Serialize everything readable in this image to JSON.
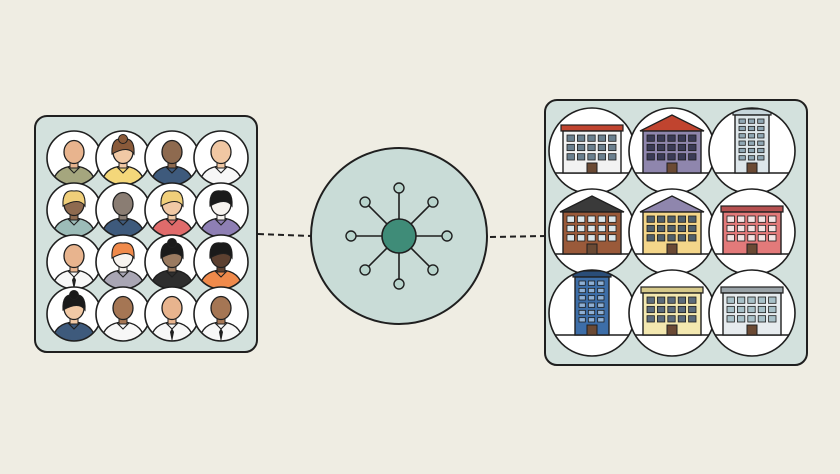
{
  "colors": {
    "background": "#efede3",
    "panel_fill": "#d3e1dd",
    "panel_stroke": "#1f1f1f",
    "hub_fill": "#c9dcd7",
    "hub_center": "#3f8c78",
    "hub_node": "#b8d4cc",
    "ink": "#1f1f1f"
  },
  "people": {
    "columns": 4,
    "rows": 4,
    "avatars": [
      {
        "icon": "person-bald-green-shirt-icon",
        "skin": "#e8b48e",
        "hair": "none",
        "shirt": "#a5a67e"
      },
      {
        "icon": "person-bun-yellow-top-icon",
        "skin": "#f1c9a5",
        "hair": "#8a5a3a",
        "shirt": "#f4d77a"
      },
      {
        "icon": "person-dark-skin-navy-shirt-icon",
        "skin": "#8e6a4f",
        "hair": "none",
        "shirt": "#3e5a7c"
      },
      {
        "icon": "person-light-white-shirt-icon",
        "skin": "#f0c7a3",
        "hair": "none",
        "shirt": "#f7f7f7"
      },
      {
        "icon": "person-blonde-teal-top-icon",
        "skin": "#8e6a4f",
        "hair": "#f0cf7a",
        "shirt": "#9cbcb8"
      },
      {
        "icon": "person-gray-navy-shirt-icon",
        "skin": "#8a7d73",
        "hair": "none",
        "shirt": "#3e5a7c"
      },
      {
        "icon": "person-blonde-red-top-icon",
        "skin": "#f1c9a5",
        "hair": "#f0cf7a",
        "shirt": "#e06b6b"
      },
      {
        "icon": "person-black-hair-purple-top-icon",
        "skin": "#f7f3ef",
        "hair": "#1a1a1a",
        "shirt": "#8e7fb4"
      },
      {
        "icon": "person-bald-white-shirt-tie-icon",
        "skin": "#e8b48e",
        "hair": "none",
        "shirt": "#f7f7f7"
      },
      {
        "icon": "person-redhead-gray-top-icon",
        "skin": "#f7f3ef",
        "hair": "#f08a4b",
        "shirt": "#a9a6b4"
      },
      {
        "icon": "person-bun-black-vest-icon",
        "skin": "#9a7a60",
        "hair": "#1a1a1a",
        "shirt": "#2e2e2e"
      },
      {
        "icon": "person-black-hair-orange-top-icon",
        "skin": "#5c4030",
        "hair": "#1a1a1a",
        "shirt": "#f08a4b"
      },
      {
        "icon": "person-bun-blue-blazer-icon",
        "skin": "#f1c9a5",
        "hair": "#1a1a1a",
        "shirt": "#3e5a7c"
      },
      {
        "icon": "person-brown-white-shirt-icon",
        "skin": "#a57654",
        "hair": "none",
        "shirt": "#f7f7f7"
      },
      {
        "icon": "person-light-white-shirt-tie-icon",
        "skin": "#e8b48e",
        "hair": "none",
        "shirt": "#f7f7f7"
      },
      {
        "icon": "person-brown-white-shirt-bowtie-icon",
        "skin": "#a57654",
        "hair": "none",
        "shirt": "#f7f7f7"
      }
    ]
  },
  "hub": {
    "icon": "network-hub-icon",
    "spokes": 8
  },
  "buildings": {
    "columns": 3,
    "rows": 3,
    "items": [
      {
        "icon": "building-classic-hotel-icon",
        "wall": "#f2f2f2",
        "roof": "#c0442f",
        "window": "#6a7f8e"
      },
      {
        "icon": "building-victorian-house-icon",
        "wall": "#8f86ad",
        "roof": "#c0442f",
        "window": "#3a3a55"
      },
      {
        "icon": "building-glass-office-icon",
        "wall": "#dde6ea",
        "roof": "#c7d6dc",
        "window": "#8fa7b4"
      },
      {
        "icon": "building-modern-house-icon",
        "wall": "#9a5a3a",
        "roof": "#3a3a3a",
        "window": "#dbe6ea"
      },
      {
        "icon": "building-yellow-house-icon",
        "wall": "#f4d68a",
        "roof": "#8f86ad",
        "window": "#4f5f6a"
      },
      {
        "icon": "building-red-shop-icon",
        "wall": "#e37a7a",
        "roof": "#b55050",
        "window": "#f4e4e4"
      },
      {
        "icon": "building-blue-tower-icon",
        "wall": "#3d6ea8",
        "roof": "#2a4d78",
        "window": "#8fb0d4"
      },
      {
        "icon": "building-cream-apartments-icon",
        "wall": "#f3e8b0",
        "roof": "#d6c98a",
        "window": "#5a6a7a"
      },
      {
        "icon": "building-glass-lobby-icon",
        "wall": "#e6ebee",
        "roof": "#9aa3a8",
        "window": "#a8c0c8"
      }
    ]
  }
}
